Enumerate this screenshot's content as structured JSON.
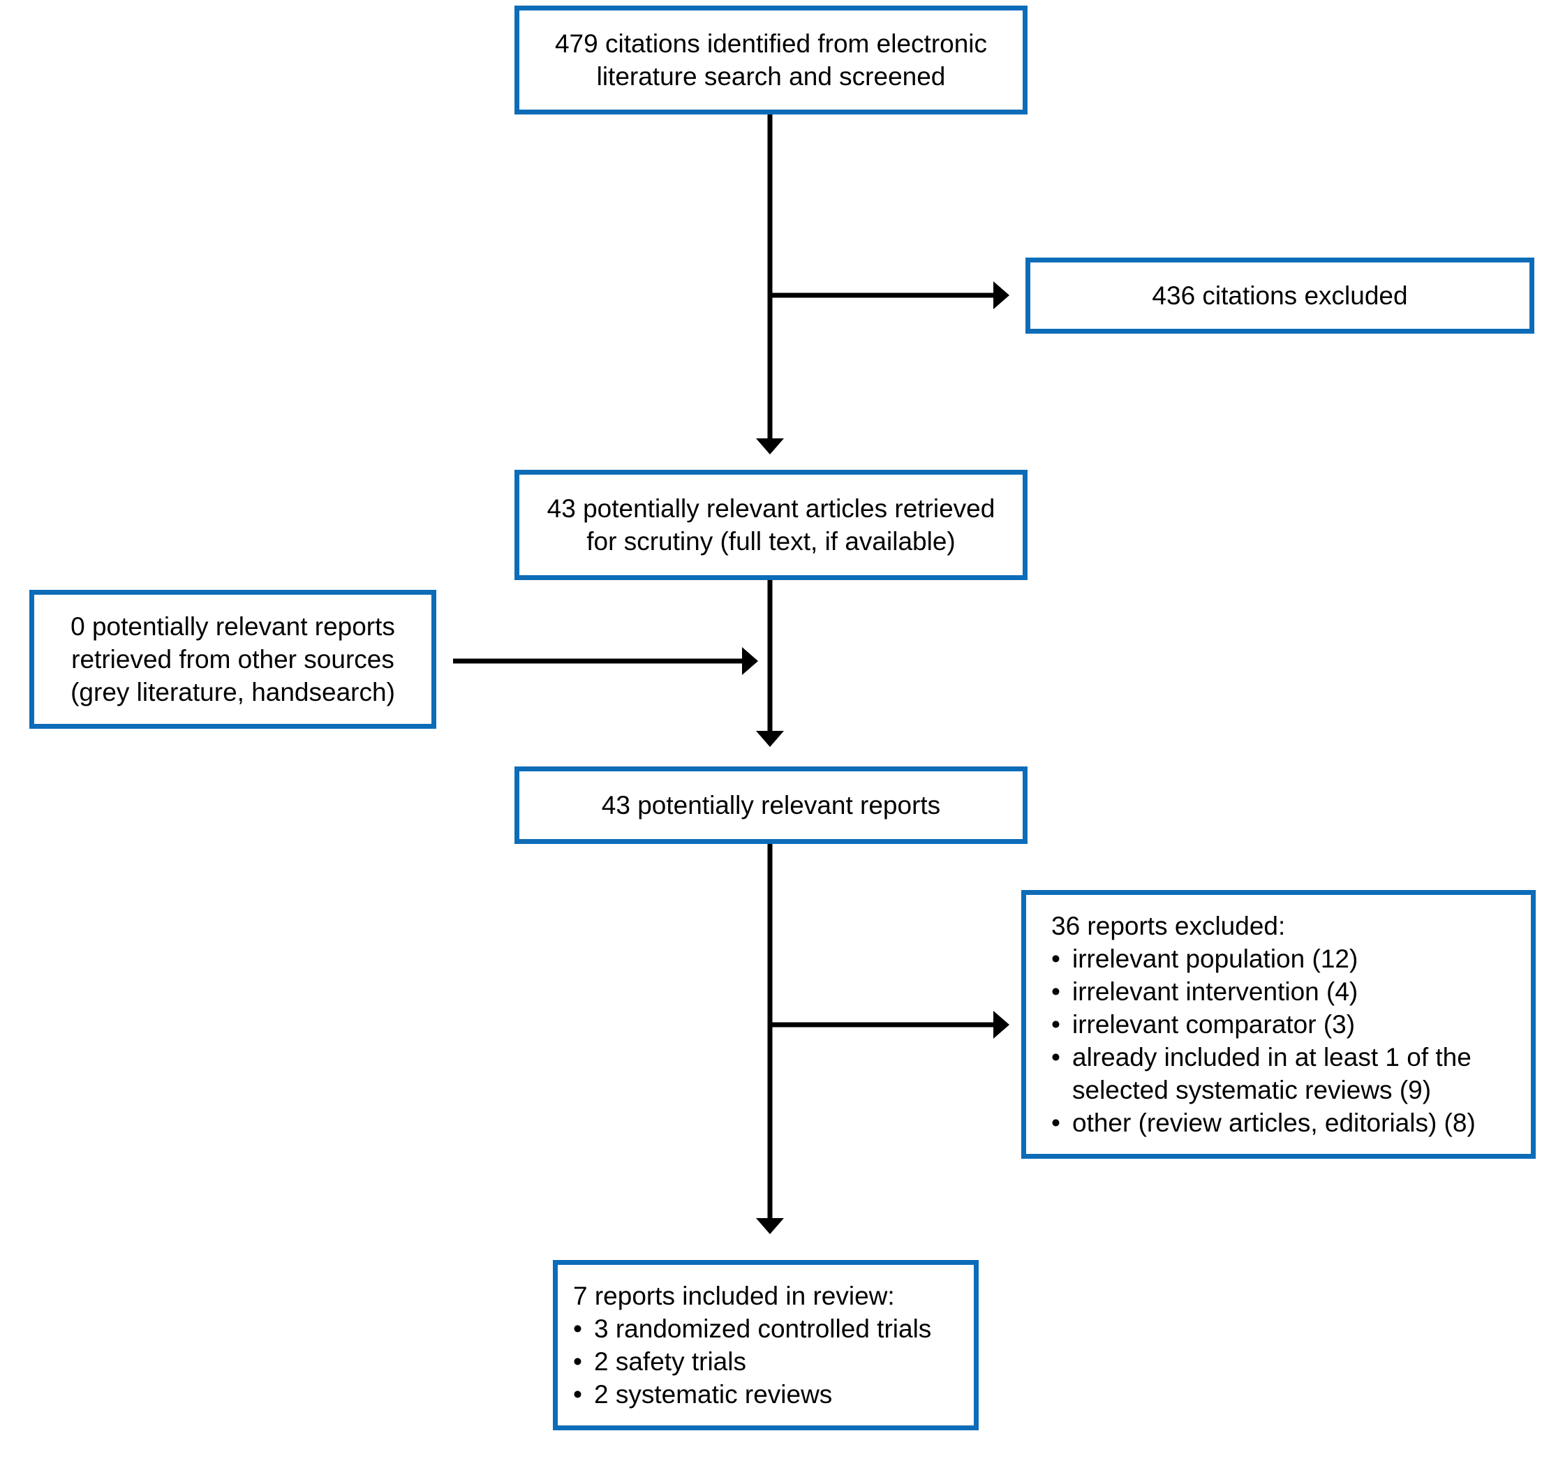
{
  "diagram": {
    "type": "flowchart",
    "bullet": "•",
    "colors": {
      "box_border": "#0d6cb8",
      "box_background": "#ffffff",
      "text": "#000000",
      "arrow": "#000000",
      "page_background": "#ffffff"
    },
    "boxes": {
      "screened": {
        "lines": [
          "479 citations identified from electronic",
          "literature search and screened"
        ]
      },
      "citations_excluded": {
        "lines": [
          "436 citations excluded"
        ]
      },
      "retrieved": {
        "lines": [
          "43 potentially relevant articles retrieved",
          "for scrutiny (full text, if available)"
        ]
      },
      "other_sources": {
        "lines": [
          "0 potentially relevant reports",
          "retrieved from other sources",
          "(grey literature, handsearch)"
        ]
      },
      "relevant_reports": {
        "lines": [
          "43 potentially relevant reports"
        ]
      },
      "reports_excluded": {
        "heading": "36 reports excluded:",
        "items": [
          {
            "lines": [
              "irrelevant population (12)"
            ]
          },
          {
            "lines": [
              "irrelevant intervention (4)"
            ]
          },
          {
            "lines": [
              "irrelevant comparator (3)"
            ]
          },
          {
            "lines": [
              "already included in at least 1 of the",
              "selected systematic reviews (9)"
            ]
          },
          {
            "lines": [
              "other (review articles, editorials) (8)"
            ]
          }
        ]
      },
      "included": {
        "heading": "7 reports included in review:",
        "items": [
          {
            "lines": [
              "3 randomized controlled trials"
            ]
          },
          {
            "lines": [
              "2 safety trials"
            ]
          },
          {
            "lines": [
              "2 systematic reviews"
            ]
          }
        ]
      }
    }
  }
}
